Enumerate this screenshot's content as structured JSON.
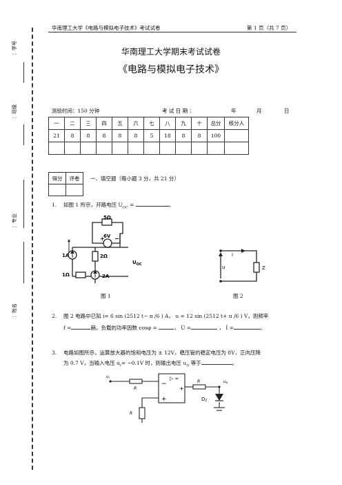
{
  "header": {
    "left": "华南理工大学《电路与模拟电子技术》考试试卷",
    "right": "第 1 页（共 7 页）"
  },
  "side": {
    "student_id": "：学号",
    "class": "：班级",
    "major": "：专业",
    "name": "：姓名"
  },
  "title": {
    "line1": "华南理工大学期末考试试卷",
    "line2": "《电路与模拟电子技术》"
  },
  "meta": {
    "duration": "测验时间：150 分钟",
    "date_label": "考 试 日 期 ：",
    "year": "年",
    "month": "月",
    "day": "日"
  },
  "score_table": {
    "headers": [
      "一",
      "二",
      "三",
      "四",
      "五",
      "六",
      "七",
      "八",
      "九",
      "十",
      "总分",
      "核分人"
    ],
    "points": [
      "21",
      "8",
      "8",
      "8",
      "8",
      "8",
      "5",
      "18",
      "8",
      "8",
      "100",
      ""
    ]
  },
  "section1": {
    "score_label": "得分",
    "grader_label": "评卷",
    "title": "一、填空题（每小题 3 分，共 21 分）"
  },
  "q1": {
    "text": "1.　 如图 1 所示，开路电压 U",
    "sub": "OC",
    "eq": " =",
    "end": "。"
  },
  "fig1": {
    "caption": "图 1",
    "r_top": "5Ω",
    "v_src": "6V",
    "i_src1": "1A",
    "r_mid": "2Ω",
    "r_bot": "1Ω",
    "i_src2": "2A",
    "uoc": "U",
    "uoc_sub": "OC",
    "plus": "+",
    "minus": "−"
  },
  "fig2": {
    "caption": "图 2",
    "i": "i",
    "u": "u",
    "z": "Z"
  },
  "q2": {
    "line1": "2.　 图 2 电路中已知  i= 6 sin (2512 t− π /6 ) A，     u = 12 sin (2512 t+ π /6 ) V，则频率",
    "l2a": "f =",
    "l2b": "赫。负载的功率因数 cosφ = ",
    "l2c": "，",
    "U_hat": "U̇",
    "l2d": " =",
    "l2e": "，",
    "I_hat": "İ",
    "l2f": " =",
    "l2g": "。"
  },
  "q3": {
    "line1": "3.　 电路如图所示，运算放大器的饱和电压为 ± 12V，稳压管的稳定电压为 8V，正向压降",
    "line2": "为 0.7 V，当输入电压 u",
    "sub_i": "I",
    "line2b": "= −0.1V 时，则输出电压 u",
    "sub_o": "O",
    "line2c": " 等于",
    "end": "。"
  },
  "fig3": {
    "ui": "u",
    "ui_sub": "i",
    "uo": "u",
    "uo_sub": "o",
    "r1": "R",
    "r2": "R",
    "r3": "R",
    "amp": "▷ ∞",
    "minus": "−",
    "plus1": "+",
    "plus2": "+",
    "dz": "D",
    "dz_sub": "Z"
  }
}
